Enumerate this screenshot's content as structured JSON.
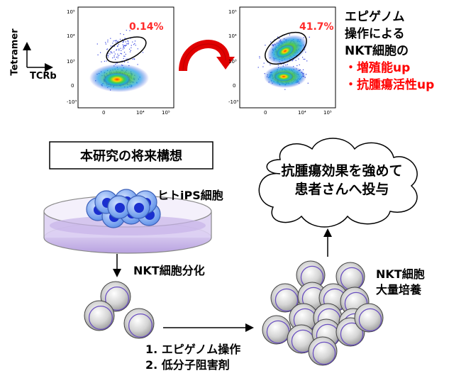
{
  "flow": {
    "y_axis_label": "Tetramer",
    "x_axis_label": "TCRb",
    "before_pct": "0.14%",
    "after_pct": "41.7%",
    "tick_labels_y": [
      "10⁵",
      "10⁴",
      "10³",
      "0",
      "-10³"
    ],
    "tick_labels_x": [
      "0",
      "10⁴",
      "10⁵"
    ]
  },
  "epigenome_note": {
    "line1": "エピゲノム",
    "line2": "操作による",
    "line3": "NKT細胞の",
    "bullet1": "・増殖能up",
    "bullet2": "・抗腫瘍活性up",
    "bullet_color": "#ff0000"
  },
  "concept_box_title": "本研究の将来構想",
  "ips_label": "ヒトiPS細胞",
  "differentiation_label": "NKT細胞分化",
  "steps": {
    "step1": "1. エピゲノム操作",
    "step2": "2. 低分子阻害剤"
  },
  "expansion_label": {
    "line1": "NKT細胞",
    "line2": "大量培養"
  },
  "cloud_text": {
    "line1": "抗腫瘍効果を強めて",
    "line2": "患者さんへ投与"
  },
  "colors": {
    "pct_red": "#ff2a2a",
    "curved_arrow": "#e00000",
    "ips_cell_fill": "#5b8ee8",
    "ips_nucleus": "#1a2fcf",
    "dish_tint": "#cdb9ea",
    "nkt_cell": "#b5b5b5"
  }
}
